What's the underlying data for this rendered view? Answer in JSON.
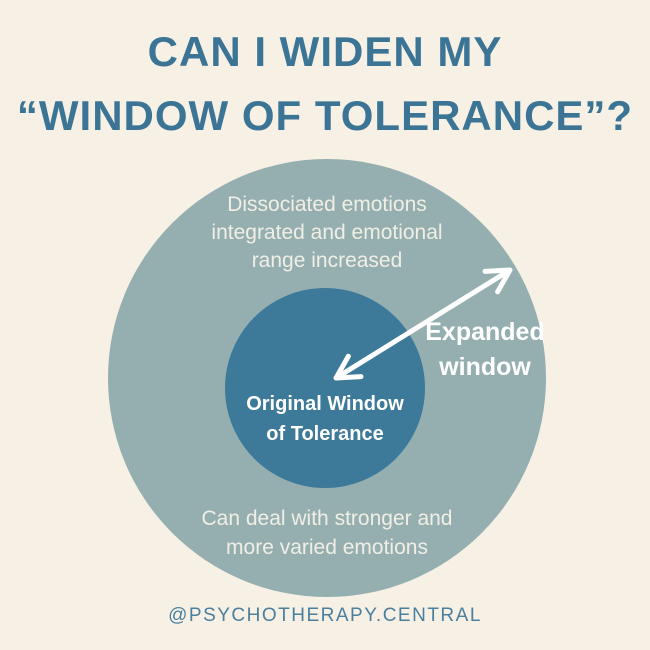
{
  "background_color": "#F6F0E5",
  "title": {
    "line1": "CAN I WIDEN MY",
    "line2": "“WINDOW OF TOLERANCE”?",
    "color": "#3B7495"
  },
  "diagram": {
    "outer_circle": {
      "fill_color": "#95AFB1",
      "top_caption_lines": [
        "Dissociated emotions",
        "integrated and emotional",
        "range increased"
      ],
      "bottom_caption_lines": [
        "Can deal with stronger and",
        "more varied emotions"
      ]
    },
    "inner_circle": {
      "fill_color": "#3D7998",
      "label_lines": [
        "Original Window",
        "of Tolerance"
      ]
    },
    "arrow": {
      "color": "#FFFFFF",
      "label_lines": [
        "Expanded",
        "window"
      ]
    }
  },
  "footer": {
    "handle": "@PSYCHOTHERAPY.CENTRAL",
    "color": "#4B7F9E"
  }
}
